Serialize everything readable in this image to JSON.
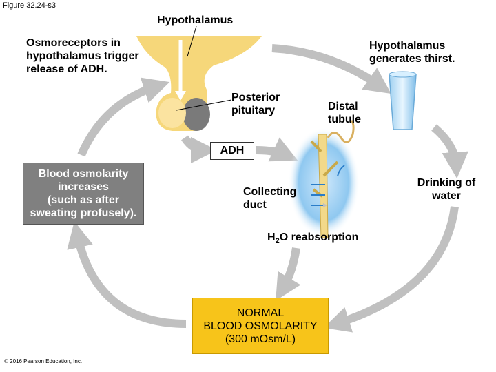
{
  "figure_label": "Figure 32.24-s3",
  "labels": {
    "hypothalamus": "Hypothalamus",
    "osmoreceptors": "Osmoreceptors in hypothalamus trigger release of ADH.",
    "thirst": "Hypothalamus generates thirst.",
    "posterior_pituitary": "Posterior pituitary",
    "distal_tubule": "Distal tubule",
    "adh": "ADH",
    "collecting_duct": "Collecting duct",
    "drinking": "Drinking of water",
    "h2o_main": "H",
    "h2o_sub": "2",
    "h2o_rest": "O reabsorption"
  },
  "blood_box": {
    "line1": "Blood osmolarity",
    "line2": "increases",
    "line3": "(such as after",
    "line4": "sweating profusely)."
  },
  "normal_box": {
    "line1": "NORMAL",
    "line2": "BLOOD OSMOLARITY",
    "line3": "(300 mOsm/L)"
  },
  "copyright": "© 2016 Pearson Education, Inc.",
  "colors": {
    "arrow": "#c0c0c0",
    "hypothalamus": "#f6d77a",
    "pituitary_posterior": "#7a7a7a",
    "blood_box": "#808080",
    "normal_box": "#f7c41a",
    "kidney_glow": "#8fc8f0",
    "tubule": "#f2d98a"
  }
}
